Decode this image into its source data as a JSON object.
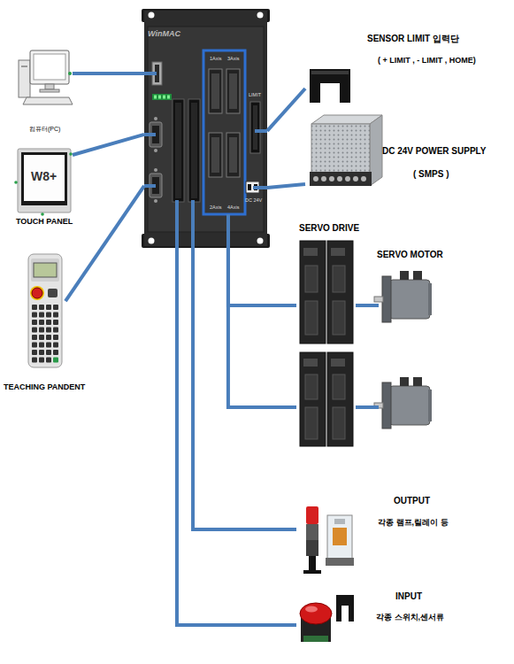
{
  "diagram": {
    "nodes": [
      {
        "text": [
          "WinMAC"
        ]
      },
      {
        "text": [
          "컴퓨터(PC)"
        ]
      },
      {
        "text": [
          "W8+",
          "TOUCH PANEL"
        ]
      },
      {
        "text": [
          "TEACHING PANDENT"
        ]
      },
      {
        "text": [
          "SENSOR LIMIT 입력단",
          "( + LIMIT , - LIMIT , HOME)"
        ]
      },
      {
        "text": [
          "DC 24V POWER SUPPLY",
          "( SMPS )"
        ]
      },
      {
        "text": [
          "SERVO DRIVE"
        ]
      },
      {
        "text": [
          "SERVO MOTOR"
        ]
      },
      {
        "text": []
      },
      {
        "text": []
      },
      {
        "text": [
          "OUTPUT",
          "각종 램프,릴레이 등"
        ]
      },
      {
        "text": [
          "INPUT",
          "각종 스위치,센서류"
        ]
      }
    ],
    "edges": [
      {
        "from": 0,
        "to": 1,
        "arrow": "none"
      },
      {
        "from": 0,
        "to": 2,
        "arrow": "none"
      },
      {
        "from": 0,
        "to": 3,
        "arrow": "none"
      },
      {
        "from": 0,
        "to": 4,
        "arrow": "none"
      },
      {
        "from": 0,
        "to": 5,
        "arrow": "none"
      },
      {
        "from": 0,
        "to": 6,
        "arrow": "none"
      },
      {
        "from": 6,
        "to": 7,
        "arrow": "none"
      },
      {
        "from": 0,
        "to": 8,
        "arrow": "none"
      },
      {
        "from": 8,
        "to": 9,
        "arrow": "none"
      },
      {
        "from": 0,
        "to": 10,
        "arrow": "none"
      },
      {
        "from": 0,
        "to": 11,
        "arrow": "none"
      }
    ],
    "labels": [
      "1Axis",
      "3Axis",
      "2Axis",
      "4Axis",
      "LIMIT",
      "DC 24V"
    ]
  }
}
